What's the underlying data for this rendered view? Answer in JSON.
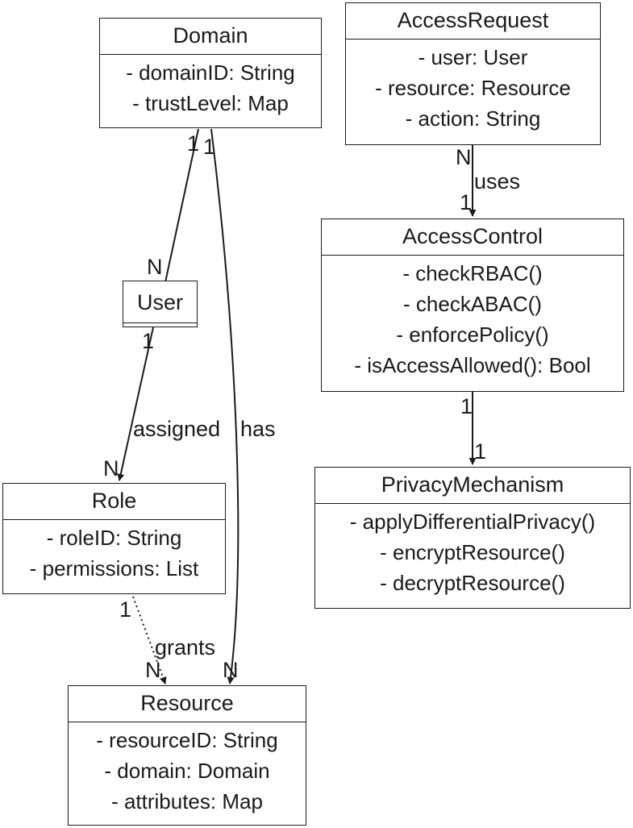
{
  "classes": {
    "domain": {
      "name": "Domain",
      "attributes": [
        "- domainID: String",
        "- trustLevel: Map"
      ]
    },
    "access_request": {
      "name": "AccessRequest",
      "attributes": [
        "- user: User",
        "- resource: Resource",
        "- action: String"
      ]
    },
    "access_control": {
      "name": "AccessControl",
      "methods": [
        "- checkRBAC()",
        "- checkABAC()",
        "- enforcePolicy()",
        "- isAccessAllowed(): Bool"
      ]
    },
    "privacy_mechanism": {
      "name": "PrivacyMechanism",
      "methods": [
        "- applyDifferentialPrivacy()",
        "- encryptResource()",
        "- decryptResource()"
      ]
    },
    "user": {
      "name": "User"
    },
    "role": {
      "name": "Role",
      "attributes": [
        "- roleID: String",
        "- permissions: List"
      ]
    },
    "resource": {
      "name": "Resource",
      "attributes": [
        "- resourceID: String",
        "- domain: Domain",
        "- attributes: Map"
      ]
    }
  },
  "relations": {
    "domain_user": {
      "from_mult": "1",
      "to_mult": "N"
    },
    "domain_resource": {
      "label": "has",
      "from_mult": "1",
      "to_mult": "N"
    },
    "user_role": {
      "label": "assigned",
      "from_mult": "1",
      "to_mult": "N"
    },
    "role_resource": {
      "label": "grants",
      "from_mult": "1",
      "to_mult": "N"
    },
    "request_control": {
      "label": "uses",
      "from_mult": "N",
      "to_mult": "1"
    },
    "control_privacy": {
      "from_mult": "1",
      "to_mult": "1"
    }
  },
  "colors": {
    "line": "#1a1a1a",
    "background": "#ffffff"
  }
}
